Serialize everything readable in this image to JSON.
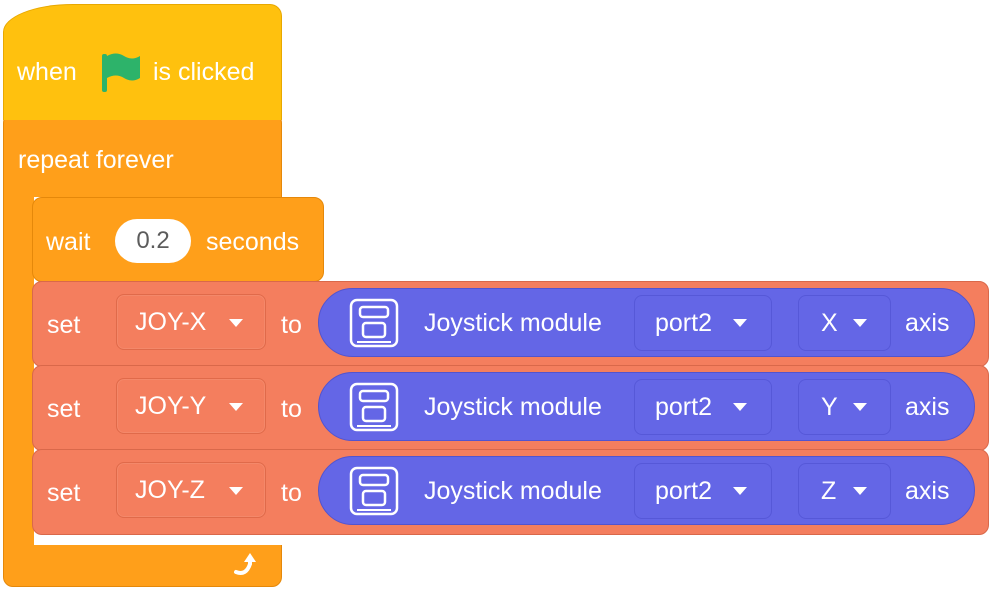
{
  "hat": {
    "when": "when",
    "clicked": "is clicked",
    "flag_icon": "green-flag-icon"
  },
  "repeat": {
    "label": "repeat forever",
    "loop_icon": "loop-arrow-icon"
  },
  "wait": {
    "label": "wait",
    "value": "0.2",
    "unit": "seconds"
  },
  "set_blocks": [
    {
      "set": "set",
      "var": "JOY-X",
      "to": "to",
      "reporter": "Joystick module",
      "port": "port2",
      "axis": "X",
      "axis_label": "axis"
    },
    {
      "set": "set",
      "var": "JOY-Y",
      "to": "to",
      "reporter": "Joystick module",
      "port": "port2",
      "axis": "Y",
      "axis_label": "axis"
    },
    {
      "set": "set",
      "var": "JOY-Z",
      "to": "to",
      "reporter": "Joystick module",
      "port": "port2",
      "axis": "Z",
      "axis_label": "axis"
    }
  ],
  "colors": {
    "events": "#FFC10E",
    "control": "#FF9F1A",
    "variables": "#F47E5E",
    "sensor": "#6466E6"
  }
}
